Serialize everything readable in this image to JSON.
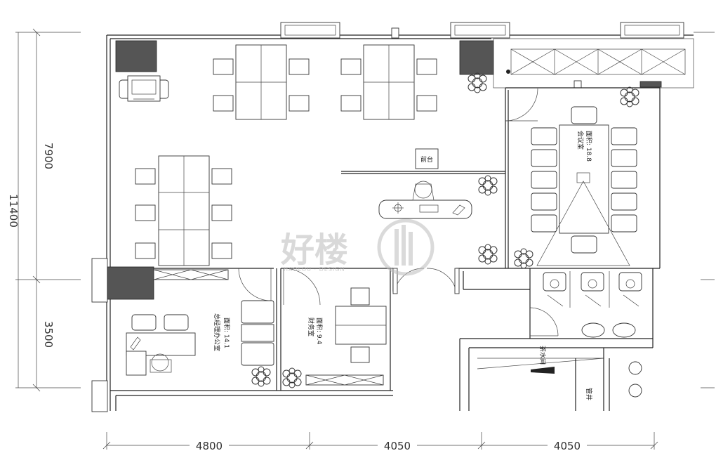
{
  "dimensions": {
    "left": [
      "7900",
      "11400",
      "3500"
    ],
    "bottom": [
      "4800",
      "4050",
      "4050"
    ]
  },
  "rooms": {
    "meeting": {
      "area": "面积: 18.8",
      "name": "会议室"
    },
    "manager": {
      "area": "面积: 14.1",
      "name": "总经理办公室"
    },
    "finance": {
      "area": "面积: 9.4",
      "name": "财务室"
    },
    "front_desk": {
      "name": "前台"
    },
    "pantry": {
      "name": "茶水间"
    },
    "shaft": {
      "name": "管井"
    }
  },
  "watermark": {
    "brand": "好楼",
    "sub": "HAOLOU  ·  DESIGN"
  },
  "colors": {
    "line": "#222222",
    "column": "#555555",
    "plant": "#333333"
  }
}
